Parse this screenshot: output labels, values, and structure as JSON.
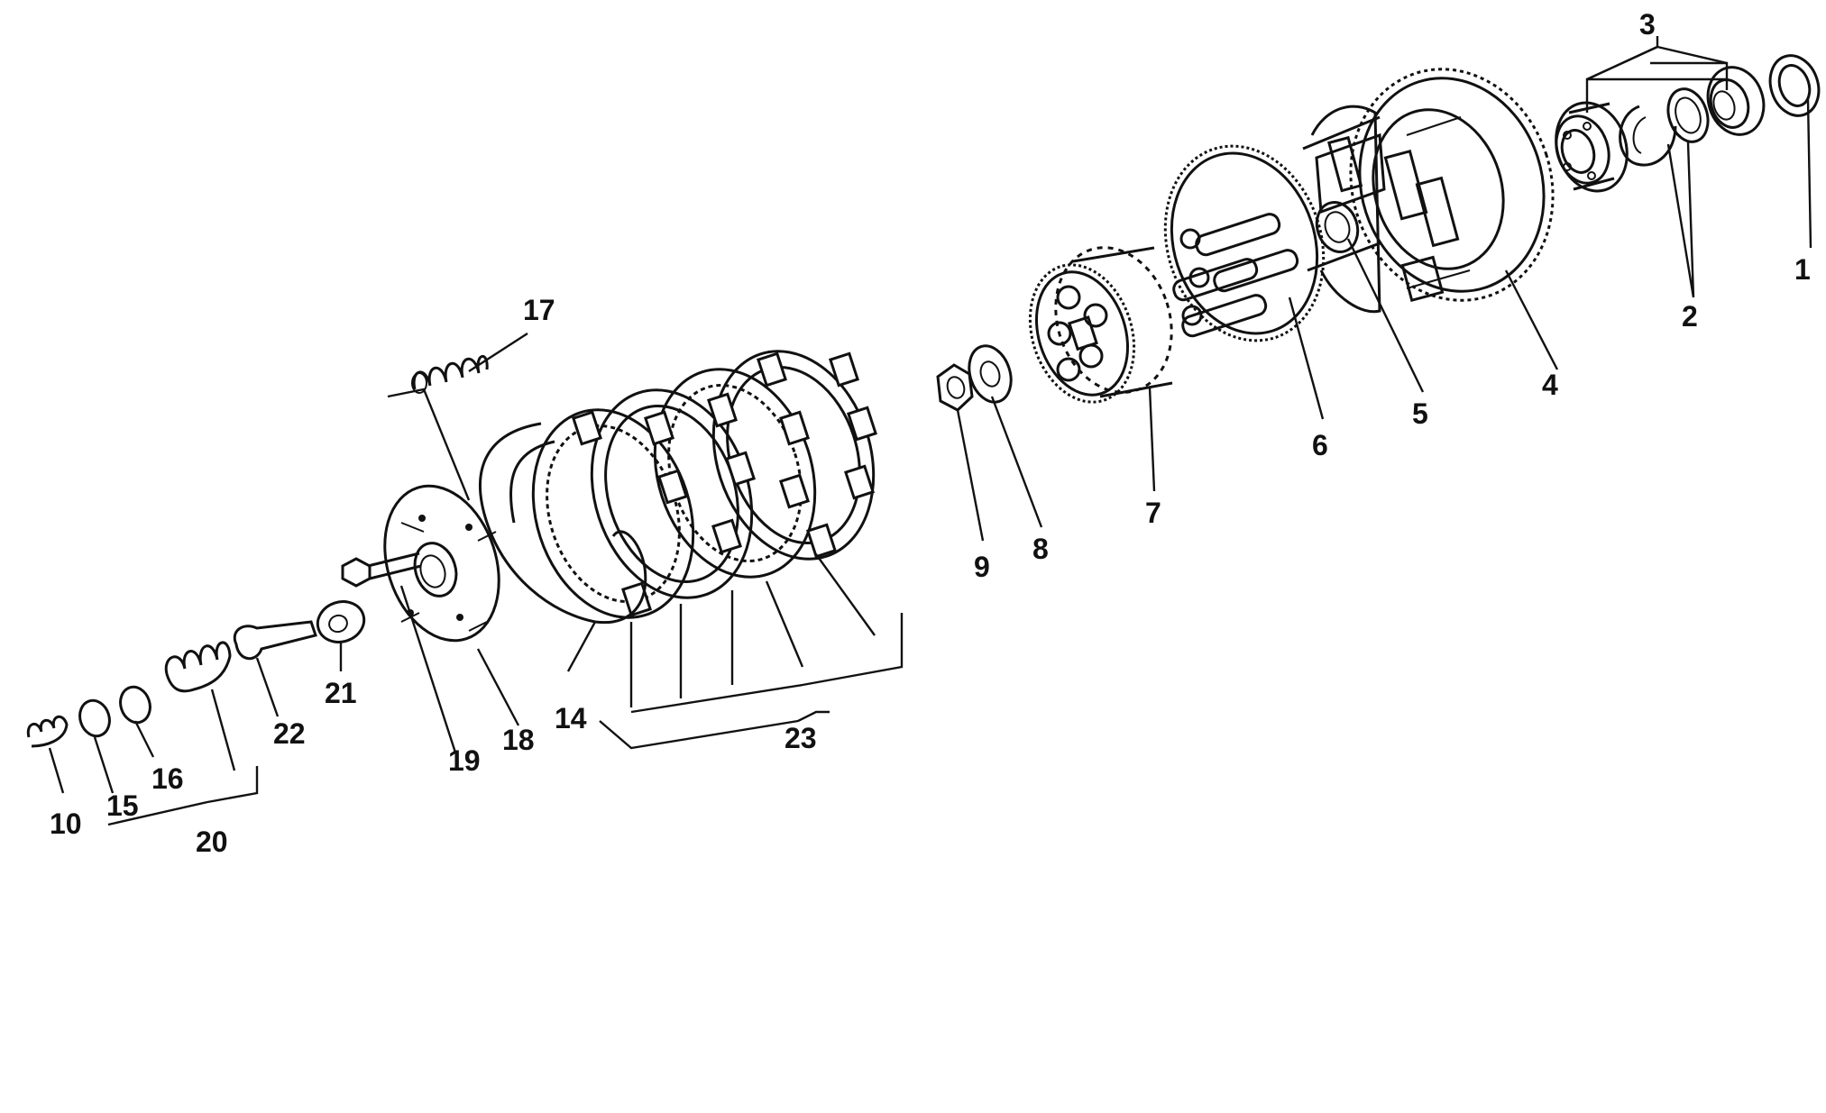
{
  "diagram": {
    "callouts": [
      {
        "id": "c1",
        "text": "1"
      },
      {
        "id": "c2",
        "text": "2"
      },
      {
        "id": "c3",
        "text": "3"
      },
      {
        "id": "c4",
        "text": "4"
      },
      {
        "id": "c5",
        "text": "5"
      },
      {
        "id": "c6",
        "text": "6"
      },
      {
        "id": "c7",
        "text": "7"
      },
      {
        "id": "c8",
        "text": "8"
      },
      {
        "id": "c9",
        "text": "9"
      },
      {
        "id": "c10",
        "text": "10"
      },
      {
        "id": "c14",
        "text": "14"
      },
      {
        "id": "c15",
        "text": "15"
      },
      {
        "id": "c16",
        "text": "16"
      },
      {
        "id": "c17",
        "text": "17"
      },
      {
        "id": "c18",
        "text": "18"
      },
      {
        "id": "c19",
        "text": "19"
      },
      {
        "id": "c20",
        "text": "20"
      },
      {
        "id": "c21",
        "text": "21"
      },
      {
        "id": "c22",
        "text": "22"
      },
      {
        "id": "c23",
        "text": "23"
      }
    ],
    "line_color": "#111111",
    "background": "#ffffff"
  }
}
